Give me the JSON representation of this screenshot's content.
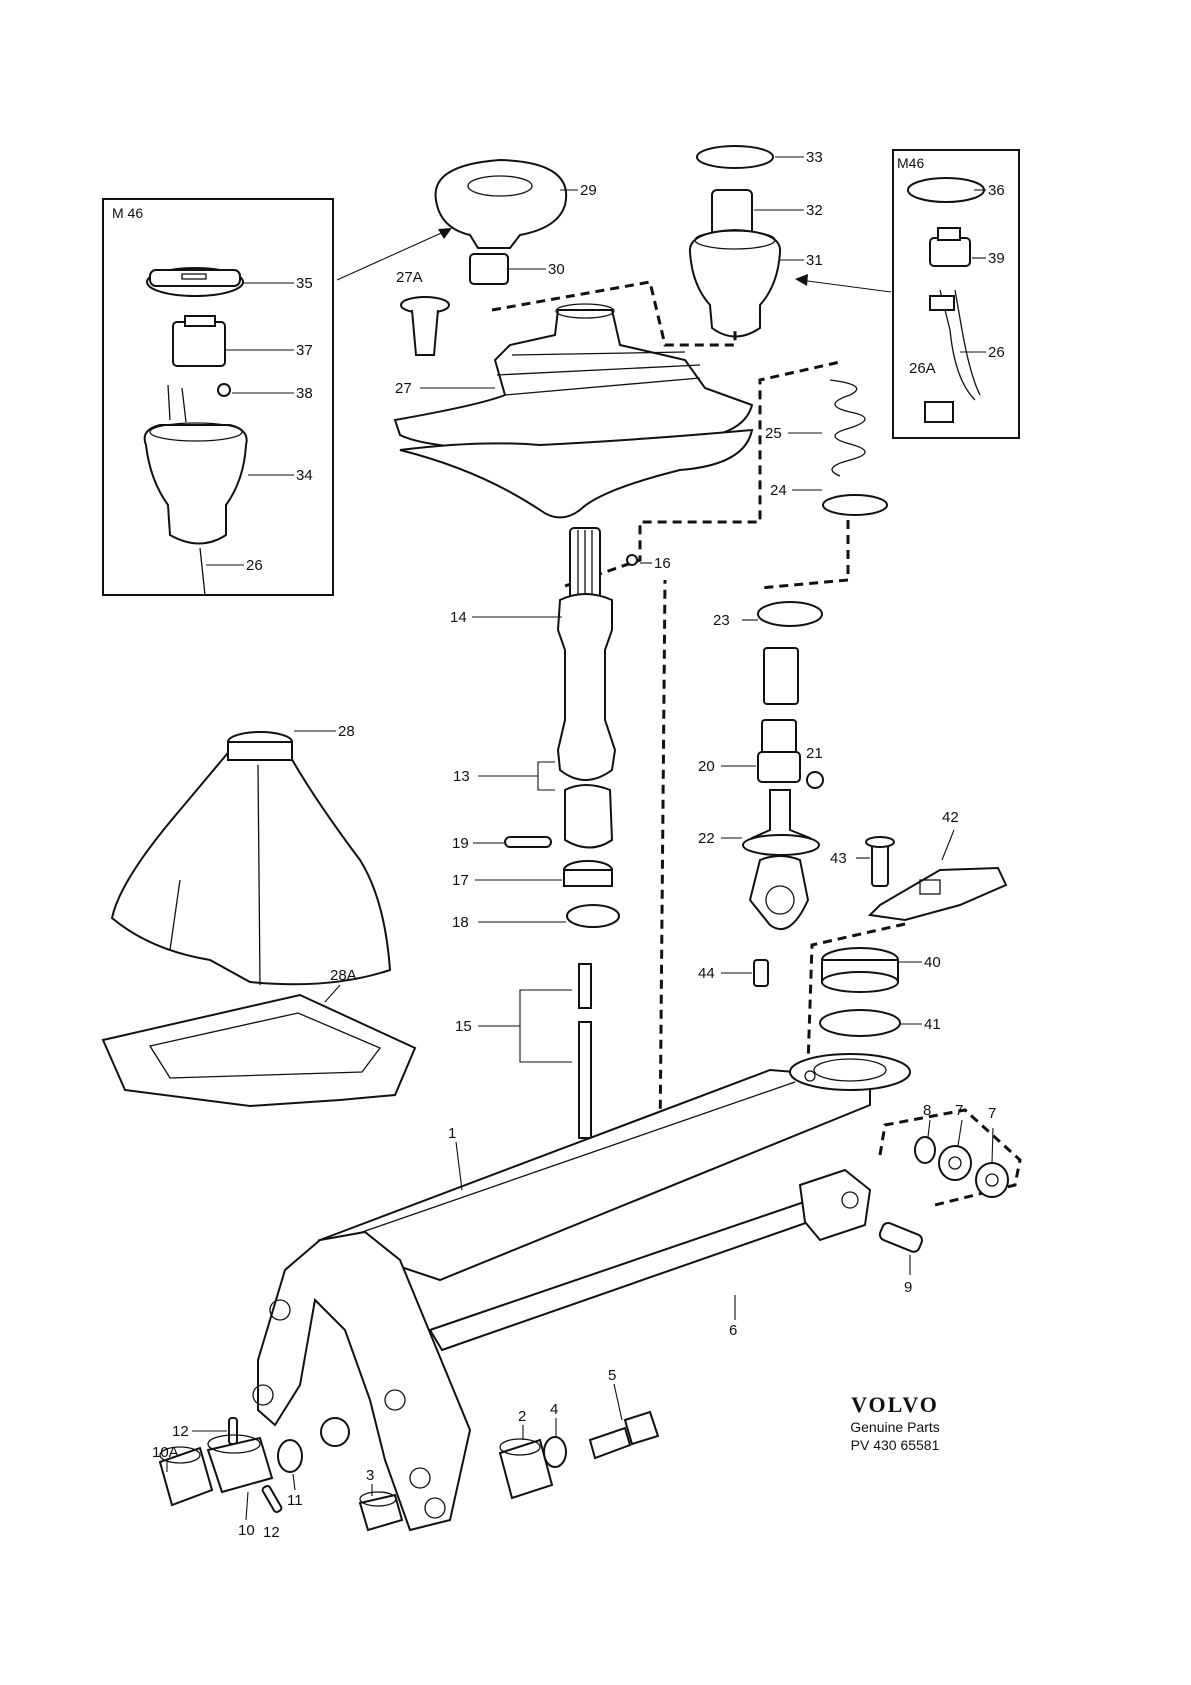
{
  "callouts": {
    "c1": "1",
    "c2": "2",
    "c3": "3",
    "c4": "4",
    "c5": "5",
    "c6": "6",
    "c7a": "7",
    "c7b": "7",
    "c8": "8",
    "c9": "9",
    "c10": "10",
    "c10A": "10A",
    "c11": "11",
    "c12a": "12",
    "c12b": "12",
    "c13": "13",
    "c14": "14",
    "c15": "15",
    "c16": "16",
    "c17": "17",
    "c18": "18",
    "c19": "19",
    "c20": "20",
    "c21": "21",
    "c22": "22",
    "c23": "23",
    "c24": "24",
    "c25": "25",
    "c26": "26",
    "c26b": "26",
    "c26A": "26A",
    "c27": "27",
    "c27A": "27A",
    "c28": "28",
    "c28A": "28A",
    "c29": "29",
    "c30": "30",
    "c31": "31",
    "c32": "32",
    "c33": "33",
    "c34": "34",
    "c35": "35",
    "c36": "36",
    "c37": "37",
    "c38": "38",
    "c39": "39",
    "c40": "40",
    "c41": "41",
    "c42": "42",
    "c43": "43",
    "c44": "44"
  },
  "insets": {
    "left_tag": "M 46",
    "right_tag": "M46"
  },
  "brand": {
    "logo": "VOLVO",
    "subtitle": "Genuine Parts",
    "part_number": "PV 430 65581"
  }
}
